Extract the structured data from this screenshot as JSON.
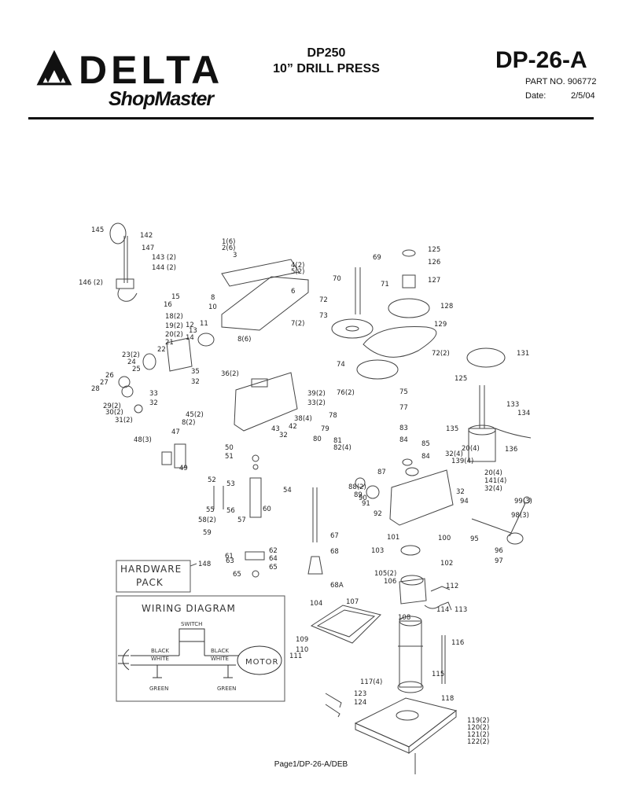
{
  "header": {
    "brand": "DELTA",
    "sub_brand": "ShopMaster",
    "model_line1": "DP250",
    "model_line2": "10” DRILL PRESS",
    "doc_number": "DP-26-A",
    "part_number": "PART NO. 906772",
    "date_label": "Date:",
    "date_value": "2/5/04"
  },
  "callouts": [
    "145",
    "142",
    "147",
    "143 (2)",
    "144 (2)",
    "146 (2)",
    "1(6)",
    "2(6)",
    "3",
    "4(2)",
    "5(2)",
    "6",
    "7(2)",
    "8",
    "10",
    "8(6)",
    "69",
    "70",
    "71",
    "72",
    "73",
    "125",
    "126",
    "127",
    "128",
    "129",
    "15",
    "16",
    "18(2)",
    "19(2)",
    "20(2)",
    "21",
    "22",
    "11",
    "12",
    "13",
    "14",
    "23(2)",
    "24",
    "25",
    "26",
    "27",
    "28",
    "29(2)",
    "30(2)",
    "31(2)",
    "35",
    "32",
    "33",
    "32",
    "36(2)",
    "39(2)",
    "33(2)",
    "38(4)",
    "42",
    "43",
    "32",
    "45(2)",
    "8(2)",
    "47",
    "48(3)",
    "49",
    "74",
    "76(2)",
    "75",
    "77",
    "78",
    "79",
    "80",
    "81",
    "82(4)",
    "83",
    "84",
    "85",
    "84",
    "87",
    "72(2)",
    "131",
    "125",
    "133",
    "134",
    "135",
    "136",
    "20(4)",
    "32(4)",
    "139(4)",
    "20(4)",
    "141(4)",
    "32(4)",
    "50",
    "51",
    "52",
    "53",
    "54",
    "55",
    "56",
    "58(2)",
    "57",
    "59",
    "60",
    "61",
    "62",
    "63",
    "64",
    "65",
    "65",
    "67",
    "68",
    "68A",
    "88(2)",
    "89",
    "90",
    "91",
    "92",
    "32",
    "94",
    "99(3)",
    "98(3)",
    "95",
    "96",
    "97",
    "101",
    "100",
    "102",
    "103",
    "105(2)",
    "106",
    "112",
    "113",
    "114",
    "104",
    "107",
    "108",
    "109",
    "110",
    "111",
    "116",
    "117(4)",
    "115",
    "123",
    "124",
    "118",
    "119(2)",
    "120(2)",
    "121(2)",
    "122(2)"
  ],
  "hardware_box": {
    "line1": "HARDWARE",
    "line2": "PACK",
    "callout": "148"
  },
  "wiring": {
    "title": "WIRING   DIAGRAM",
    "switch": "SWITCH",
    "left_black": "BLACK",
    "left_white": "WHITE",
    "right_black": "BLACK",
    "right_white": "WHITE",
    "motor": "MOTOR",
    "left_green": "GREEN",
    "right_green": "GREEN"
  },
  "footer": {
    "text": "Page1/DP-26-A/DEB"
  }
}
